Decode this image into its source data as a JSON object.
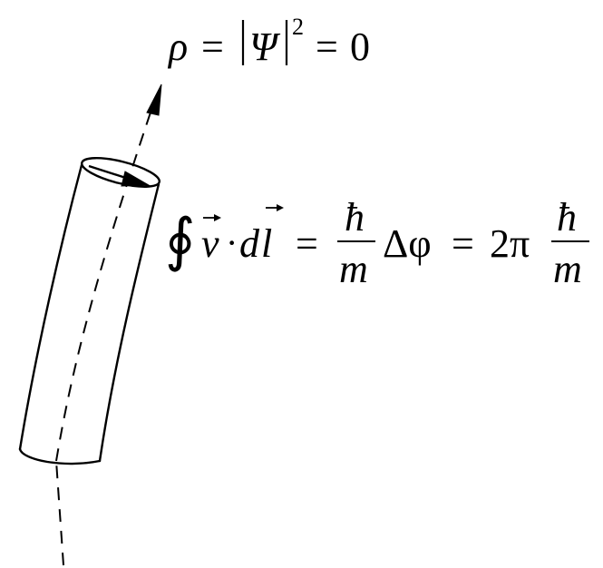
{
  "density_equation": {
    "rho": "ρ",
    "equals_1": "=",
    "psi": "Ψ",
    "exponent": "2",
    "equals_2": "=",
    "zero": "0"
  },
  "circulation_equation": {
    "contour_integral": "∮",
    "v": "v",
    "dot": "·",
    "d": "d",
    "l": "l",
    "equals_1": "=",
    "frac1_numerator": "ħ",
    "frac1_denominator": "m",
    "delta_phi": "Δφ",
    "equals_2": "=",
    "two_pi": "2π",
    "frac2_numerator": "ħ",
    "frac2_denominator": "m"
  },
  "colors": {
    "ink": "#000000",
    "background": "#ffffff"
  },
  "icons": {
    "vector_arrow": "vector-arrow-icon"
  }
}
